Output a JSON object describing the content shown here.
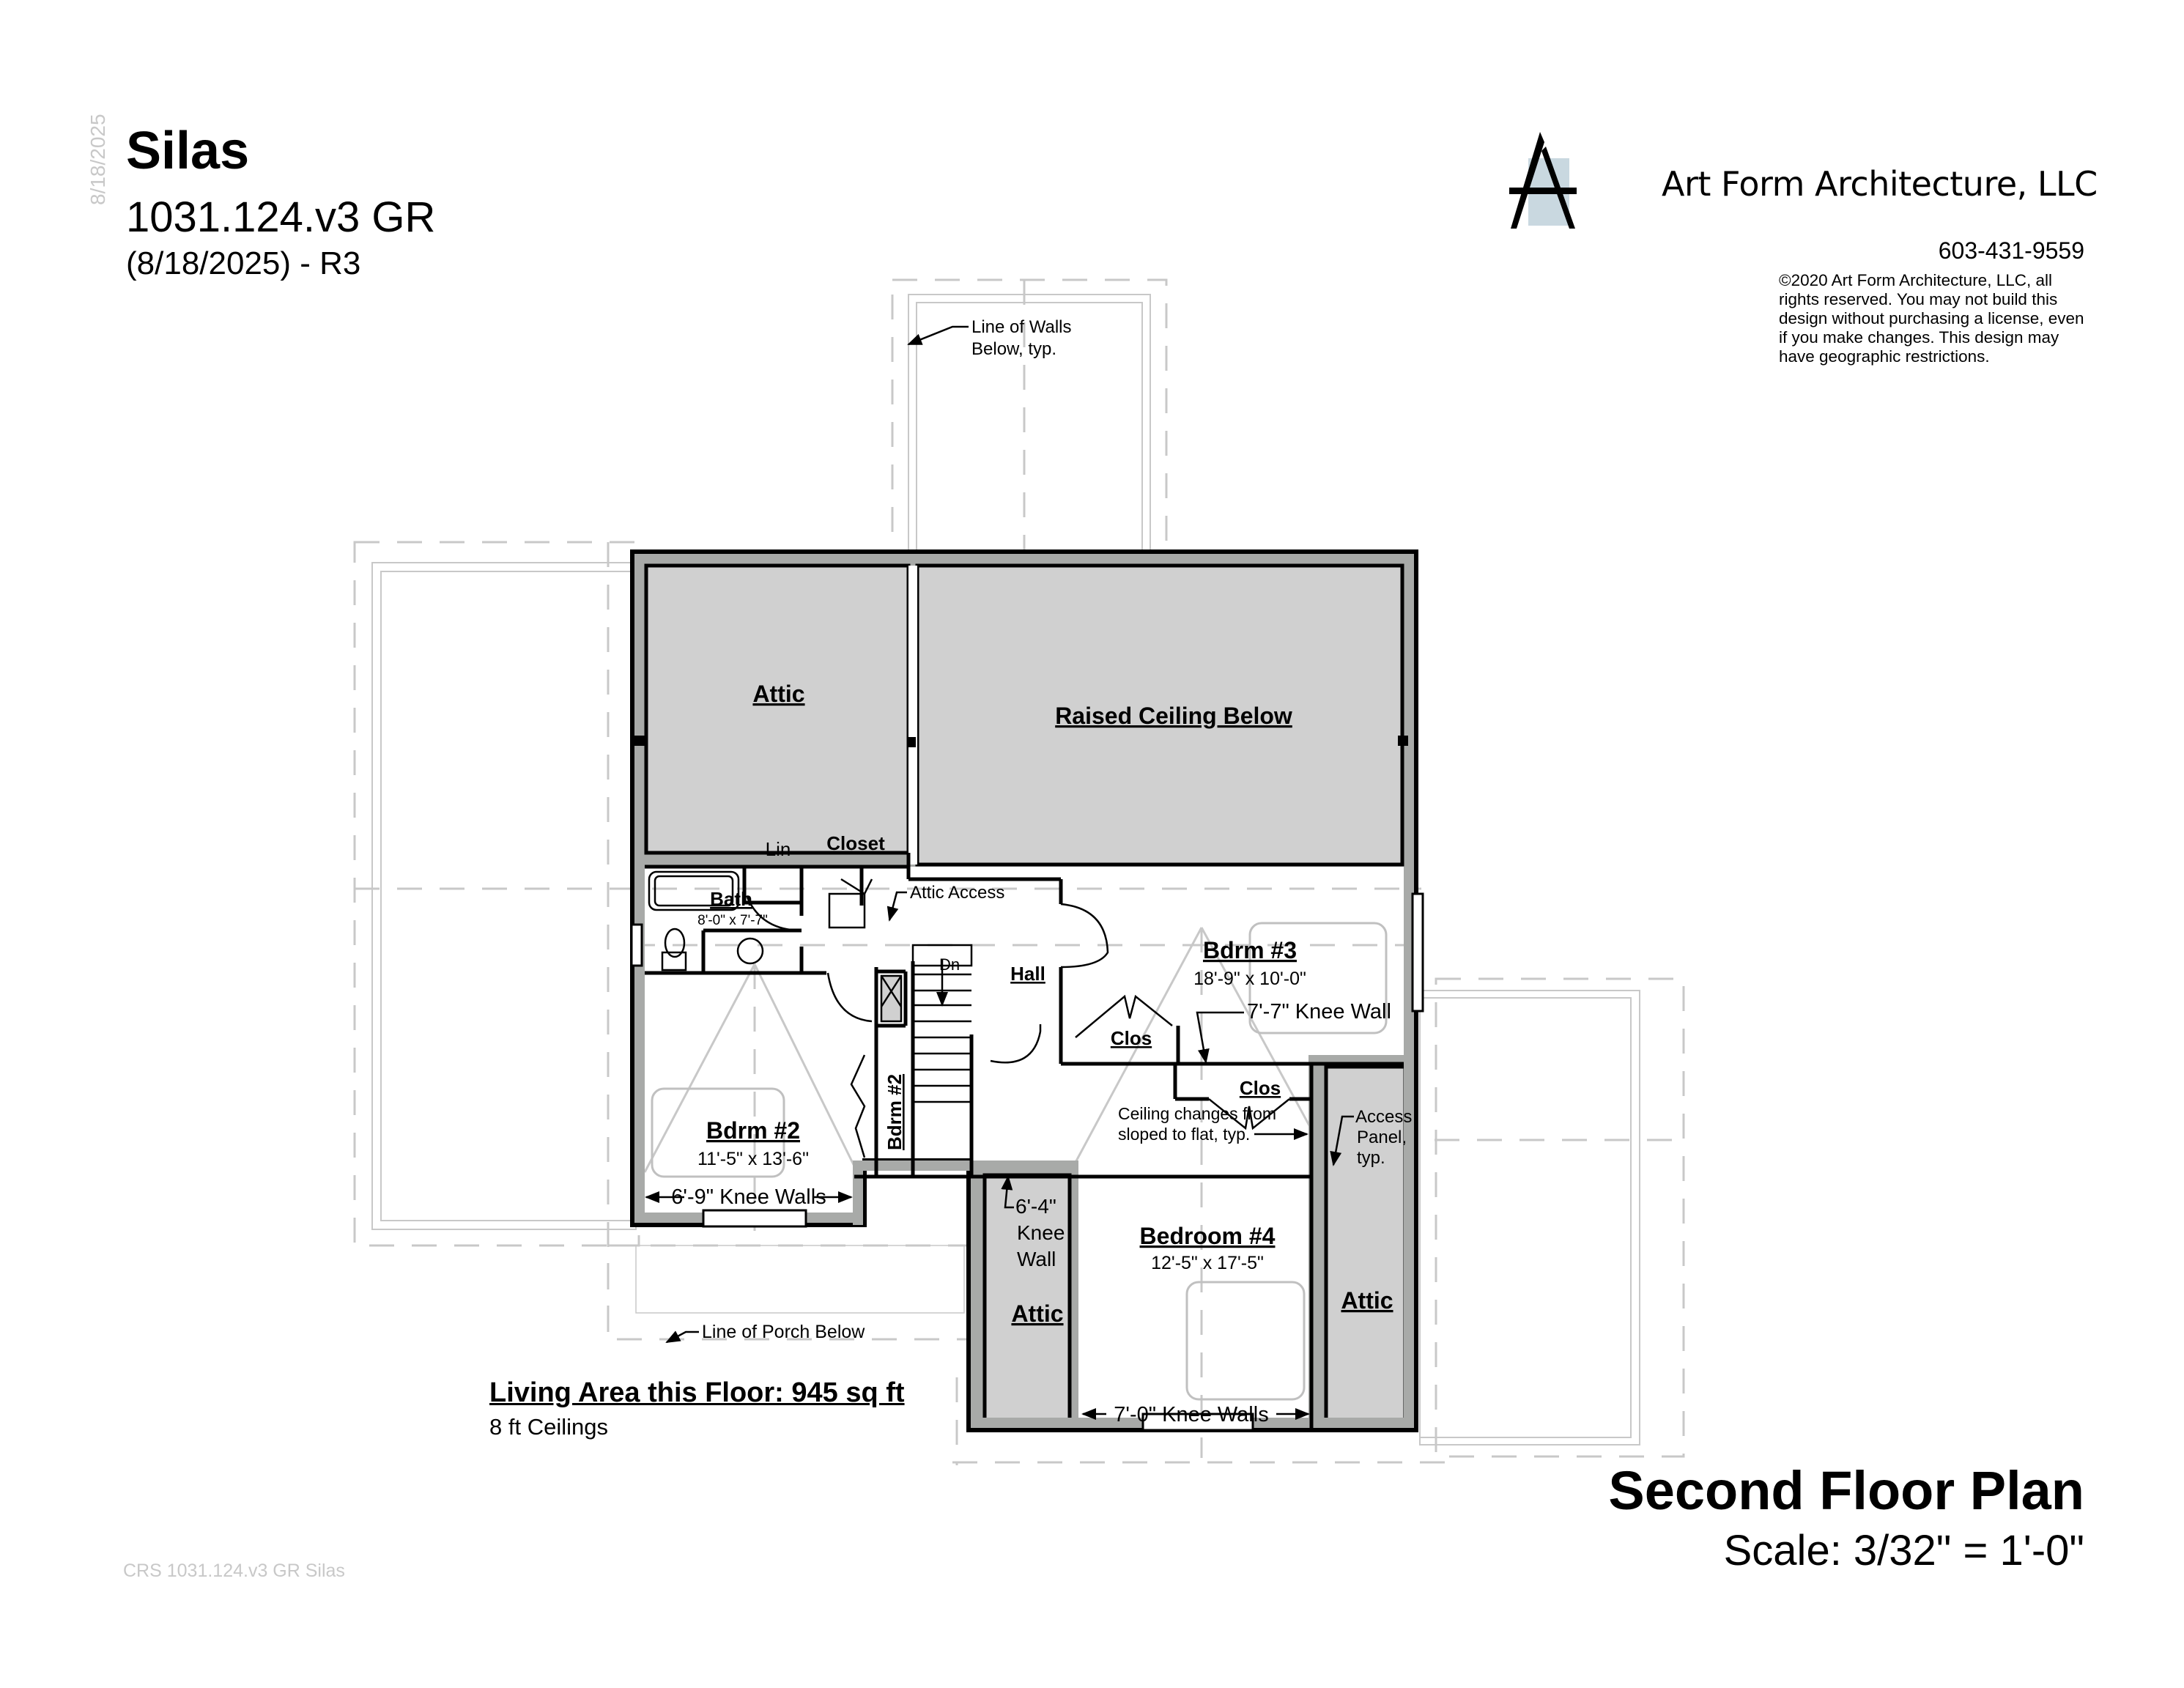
{
  "header": {
    "title": "Silas",
    "plan_number": "1031.124.v3 GR",
    "revision": "(8/18/2025) - R3",
    "vertical_date": "8/18/2025"
  },
  "company": {
    "name": "Art Form Architecture, LLC",
    "phone": "603-431-9559",
    "copyright": "©2020 Art Form Architecture, LLC, all rights reserved. You may not build this design without purchasing a license, even if you make changes. This design may have geographic restrictions.",
    "logo_icon": "af-monogram-logo-icon",
    "logo_accent_color": "#c9d8e0"
  },
  "plan": {
    "rooms": {
      "attic_top": "Attic",
      "raised_ceiling": "Raised Ceiling Below",
      "lin": "Lin",
      "closet": "Closet",
      "bath": "Bath",
      "bath_dims": "8'-0\" x 7'-7\"",
      "attic_access": "Attic Access",
      "dn": "Dn",
      "hall": "Hall",
      "bdrm3": "Bdrm #3",
      "bdrm3_dims": "18'-9\" x 10'-0\"",
      "knee_wall_bdrm3": "7'-7\" Knee Wall",
      "clos_bdrm3": "Clos",
      "clos_bdrm4": "Clos",
      "bdrm2_closet": "Bdrm #2",
      "bdrm2": "Bdrm #2",
      "bdrm2_dims": "11'-5\" x 13'-6\"",
      "knee_walls_bdrm2": "6'-9\" Knee Walls",
      "ceiling_note_1": "Ceiling changes from",
      "ceiling_note_2": "sloped to flat, typ.",
      "access_panel_1": "Access",
      "access_panel_2": "Panel,",
      "access_panel_3": "typ.",
      "knee_wall_64_1": "6'-4\"",
      "knee_wall_64_2": "Knee",
      "knee_wall_64_3": "Wall",
      "attic_left": "Attic",
      "attic_right": "Attic",
      "bedroom4": "Bedroom #4",
      "bedroom4_dims": "12'-5\" x 17'-5\"",
      "knee_walls_bdrm4": "7'-0\" Knee Walls",
      "line_of_walls_1": "Line of Walls",
      "line_of_walls_2": "Below, typ.",
      "line_of_porch": "Line of Porch Below"
    },
    "colors": {
      "attic_fill": "#d0d0d0",
      "wall_fill": "#a8aaa8",
      "wall_line": "#000000",
      "below_line": "#c8c8c8"
    }
  },
  "summary": {
    "living_area": "Living Area this Floor: 945 sq ft",
    "ceilings": "8 ft Ceilings"
  },
  "footer": {
    "code": "CRS 1031.124.v3 GR Silas",
    "sheet_title": "Second Floor Plan",
    "scale": "Scale: 3/32\" = 1'-0\""
  }
}
